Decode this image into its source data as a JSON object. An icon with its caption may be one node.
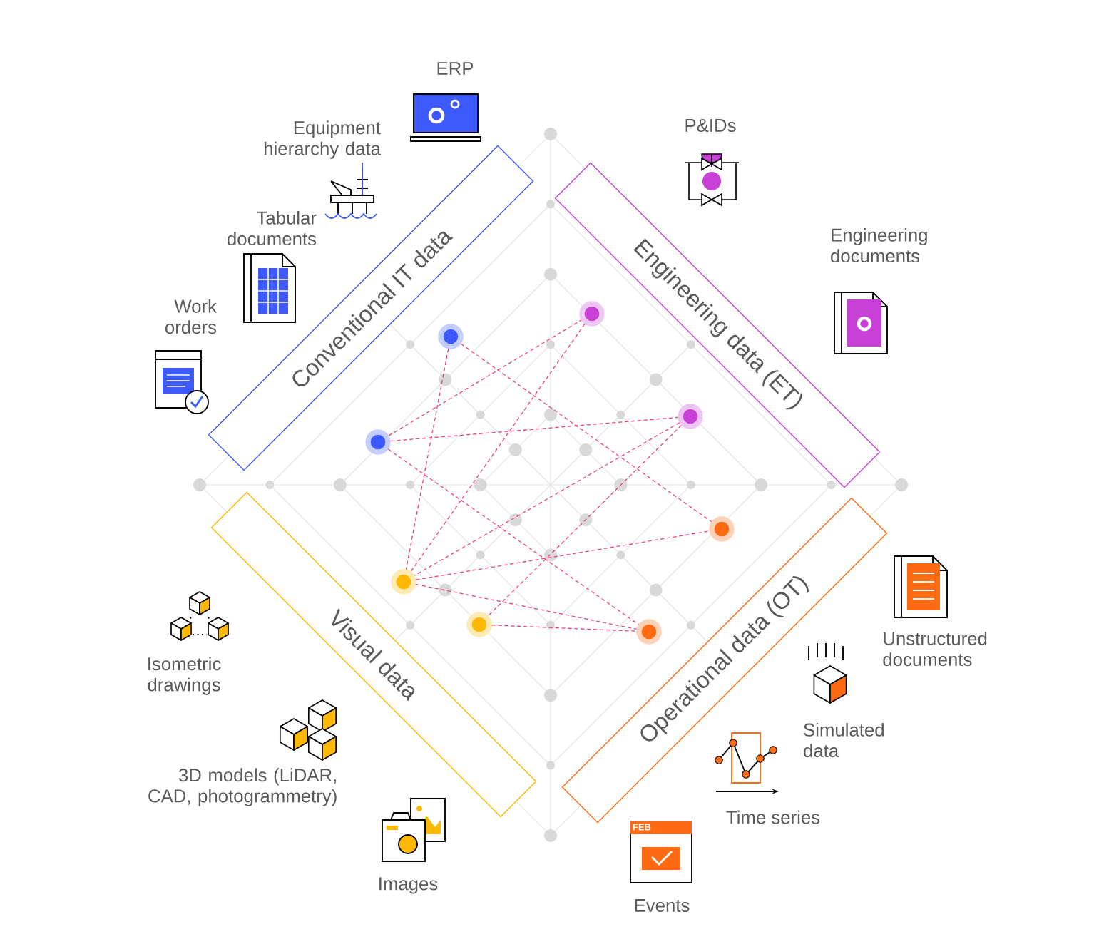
{
  "diagram": {
    "nodes": [
      {
        "text": [
          "Conventional IT data"
        ]
      },
      {
        "text": [
          "Engineering data (ET)"
        ]
      },
      {
        "text": [
          "Visual data"
        ]
      },
      {
        "text": [
          "Operational data (OT)"
        ]
      },
      {
        "text": [],
        "shape": "circle"
      },
      {
        "text": [],
        "shape": "circle"
      },
      {
        "text": [],
        "shape": "circle"
      },
      {
        "text": [],
        "shape": "circle"
      },
      {
        "text": [],
        "shape": "circle"
      },
      {
        "text": [],
        "shape": "circle"
      },
      {
        "text": [],
        "shape": "circle"
      },
      {
        "text": [],
        "shape": "circle"
      }
    ],
    "edges": [
      {
        "from": 5,
        "to": 9,
        "arrow": "none",
        "style": "dashed"
      },
      {
        "from": 5,
        "to": 8,
        "arrow": "none",
        "style": "dashed"
      },
      {
        "from": 7,
        "to": 4,
        "arrow": "none",
        "style": "dashed"
      },
      {
        "from": 7,
        "to": 6,
        "arrow": "none",
        "style": "dashed"
      },
      {
        "from": 7,
        "to": 11,
        "arrow": "none",
        "style": "dashed"
      },
      {
        "from": 4,
        "to": 9,
        "arrow": "none",
        "style": "dashed"
      },
      {
        "from": 6,
        "to": 9,
        "arrow": "none",
        "style": "dashed"
      },
      {
        "from": 6,
        "to": 10,
        "arrow": "none",
        "style": "dashed"
      },
      {
        "from": 9,
        "to": 8,
        "arrow": "none",
        "style": "dashed"
      },
      {
        "from": 9,
        "to": 11,
        "arrow": "none",
        "style": "dashed"
      },
      {
        "from": 10,
        "to": 11,
        "arrow": "none",
        "style": "dashed"
      }
    ],
    "labels": [
      "ERP",
      "Equipment hierarchy data",
      "P&IDs",
      "Tabular documents",
      "Engineering documents",
      "Work orders",
      "Unstructured documents",
      "Isometric drawings",
      "Simulated data",
      "3D models (LiDAR, CAD, photogrammetry)",
      "Time series",
      "FEB",
      "Images",
      "Events"
    ]
  }
}
